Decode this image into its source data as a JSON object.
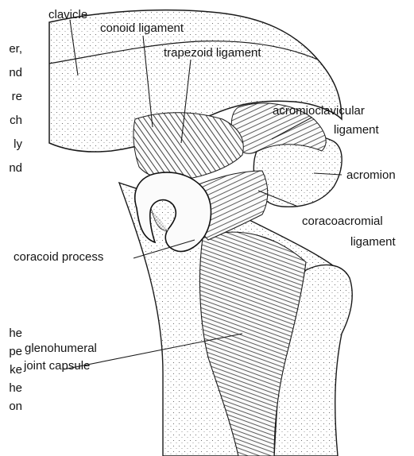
{
  "labels": {
    "clavicle": "clavicle",
    "conoid_ligament": "conoid ligament",
    "trapezoid_ligament": "trapezoid ligament",
    "acromioclavicular_1": "acromioclavicular",
    "acromioclavicular_2": "ligament",
    "acromion": "acromion",
    "coracoacromial_1": "coracoacromial",
    "coracoacromial_2": "ligament",
    "coracoid_process": "coracoid process",
    "glenohumeral_1": "glenohumeral",
    "glenohumeral_2": "joint capsule"
  },
  "left_text_fragments": {
    "top": [
      "er,",
      "nd",
      "re",
      "ch",
      "ly",
      "nd"
    ],
    "bottom": [
      "he",
      "pe",
      "ke",
      "he",
      "on"
    ]
  }
}
